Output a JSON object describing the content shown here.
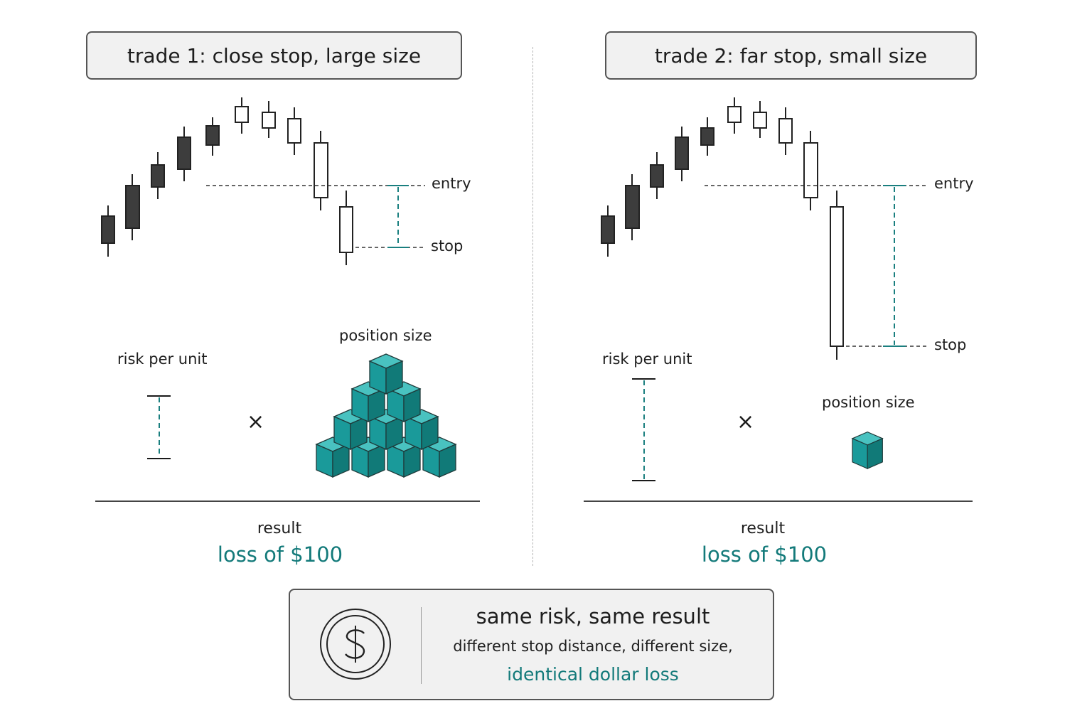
{
  "trade1": {
    "title": "trade 1: close stop, large size",
    "entry_label": "entry",
    "stop_label": "stop",
    "risk_label": "risk per unit",
    "times_symbol": "×",
    "size_label": "position size",
    "result_label": "result",
    "result_value": "loss of $100"
  },
  "trade2": {
    "title": "trade 2: far stop, small size",
    "entry_label": "entry",
    "stop_label": "stop",
    "risk_label": "risk per unit",
    "times_symbol": "×",
    "size_label": "position size",
    "result_label": "result",
    "result_value": "loss of $100"
  },
  "summary": {
    "title": "same risk, same result",
    "subtitle": "different stop distance, different size,",
    "highlight": "identical dollar loss",
    "icon": "dollar-coin-icon"
  },
  "colors": {
    "teal": "#1a9a9a",
    "teal_text": "#137a7a",
    "bear_candle": "#3d3d3d",
    "bull_candle": "#ffffff"
  }
}
